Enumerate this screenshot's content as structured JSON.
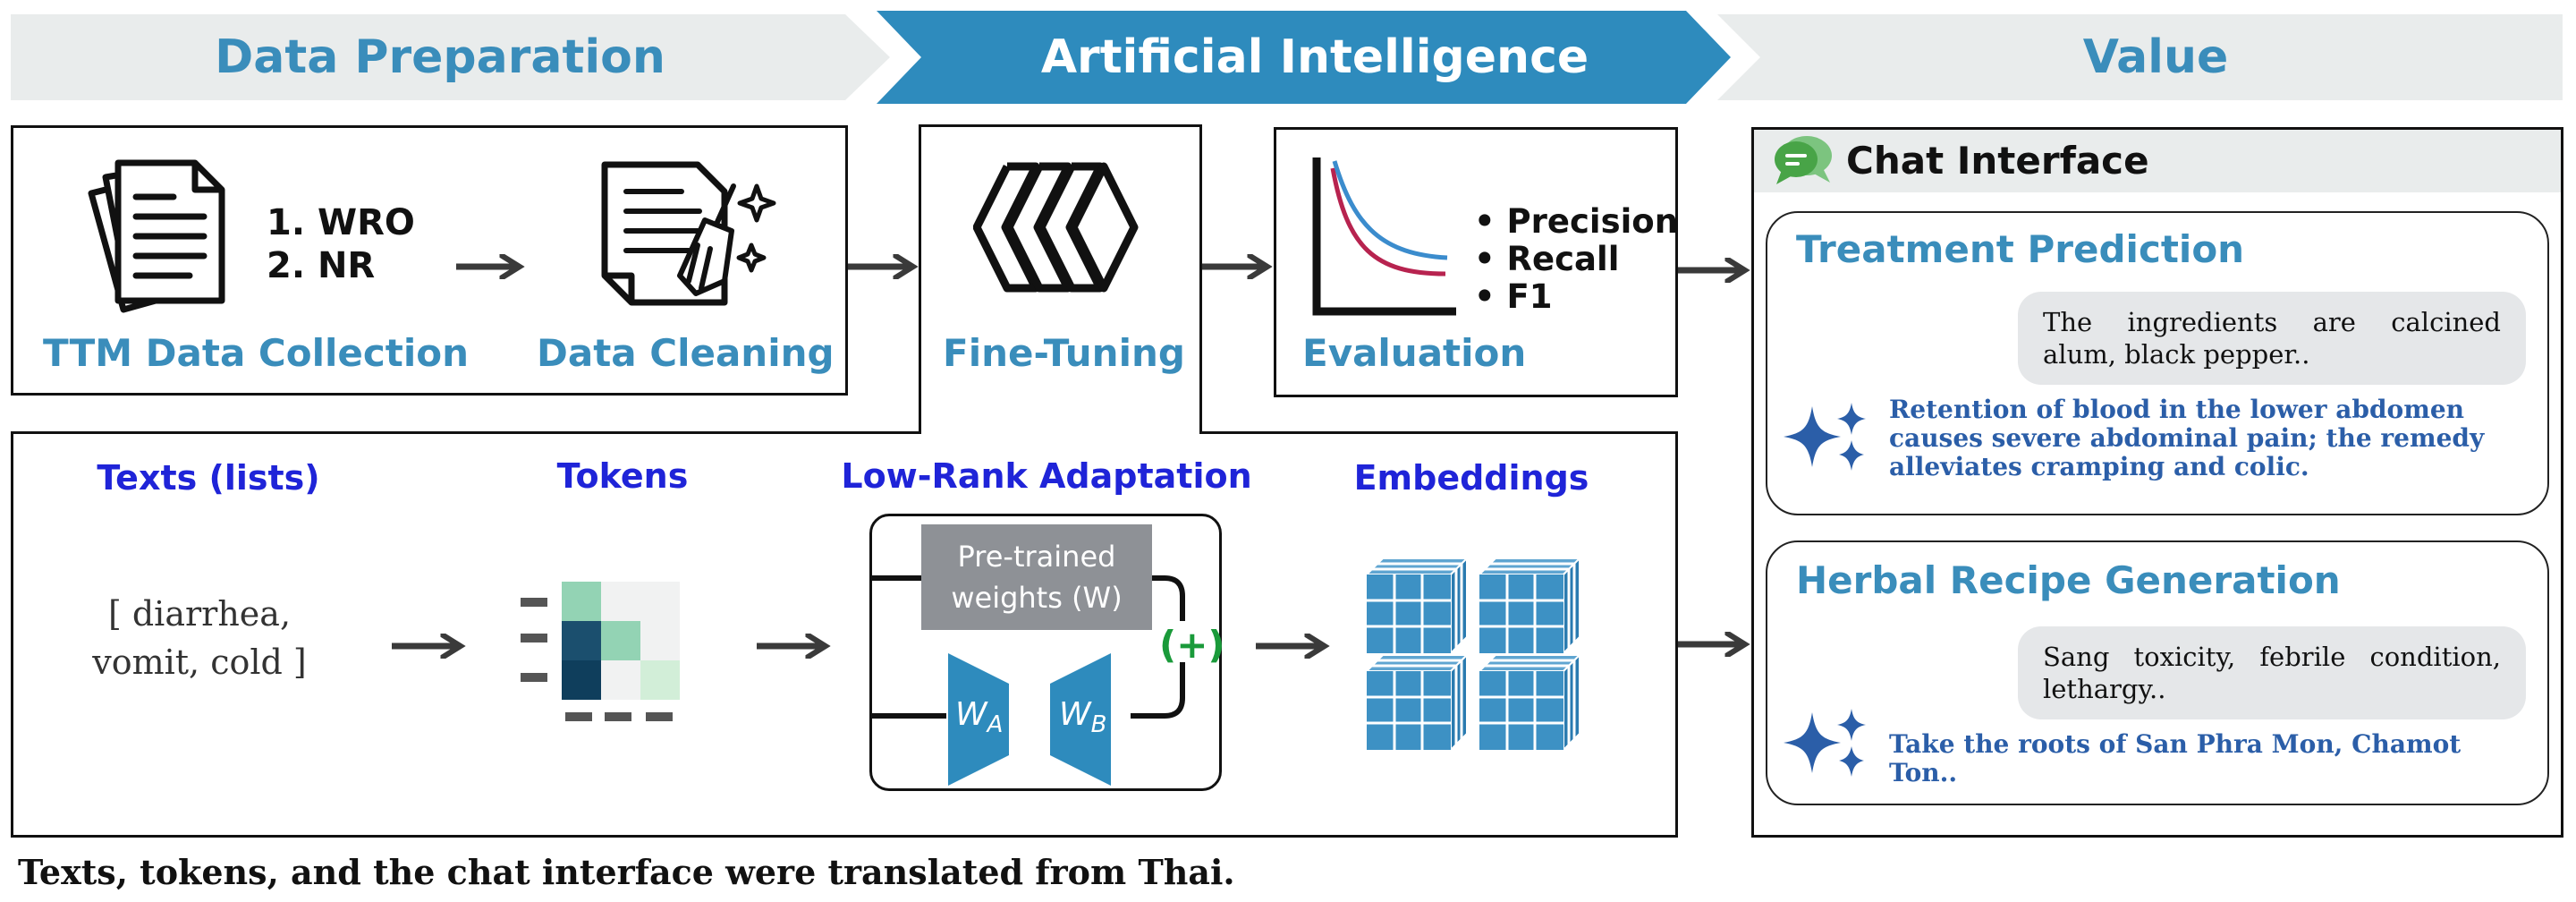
{
  "banners": {
    "data_preparation": "Data Preparation",
    "artificial_intelligence": "Artificial Intelligence",
    "value": "Value"
  },
  "colors": {
    "accent_blue": "#2e8bbd",
    "label_blue": "#3a8dbb",
    "title_indigo": "#1f24d8",
    "answer_blue": "#2b5ea8",
    "banner_grey": "#e9ecec"
  },
  "collection": {
    "steps": [
      "1. WRO",
      "2. NR"
    ],
    "label": "TTM Data Collection",
    "icon": "documents-icon"
  },
  "cleaning": {
    "label": "Data Cleaning",
    "icon": "document-broom-icon"
  },
  "fine_tuning": {
    "label": "Fine-Tuning",
    "icon": "chevrons-icon"
  },
  "evaluation": {
    "label": "Evaluation",
    "metrics": [
      "• Precision",
      "• Recall",
      "• F1"
    ],
    "icon": "curve-plot-icon"
  },
  "pipeline": {
    "texts_title": "Texts (lists)",
    "texts_line1": "[ diarrhea,",
    "texts_line2": "vomit, cold ]",
    "tokens_title": "Tokens",
    "lora_title": "Low-Rank Adaptation",
    "pretrained_line1": "Pre-trained",
    "pretrained_line2": "weights (W)",
    "wa": "W",
    "wa_sub": "A",
    "wb": "W",
    "wb_sub": "B",
    "plus": "(+)",
    "embeddings_title": "Embeddings"
  },
  "chat": {
    "header": "Chat Interface",
    "header_icon": "chat-bubbles-icon",
    "sections": [
      {
        "title": "Treatment Prediction",
        "question": "The ingredients are calcined alum, black pepper..",
        "answer": "Retention of blood in the lower abdomen causes severe abdominal pain; the remedy alleviates cramping and colic."
      },
      {
        "title": "Herbal Recipe Generation",
        "question": "Sang toxicity, febrile condition, lethargy..",
        "answer": "Take the roots of San Phra Mon, Chamot Ton.."
      }
    ]
  },
  "footnote": "Texts, tokens, and the chat interface were translated from Thai."
}
